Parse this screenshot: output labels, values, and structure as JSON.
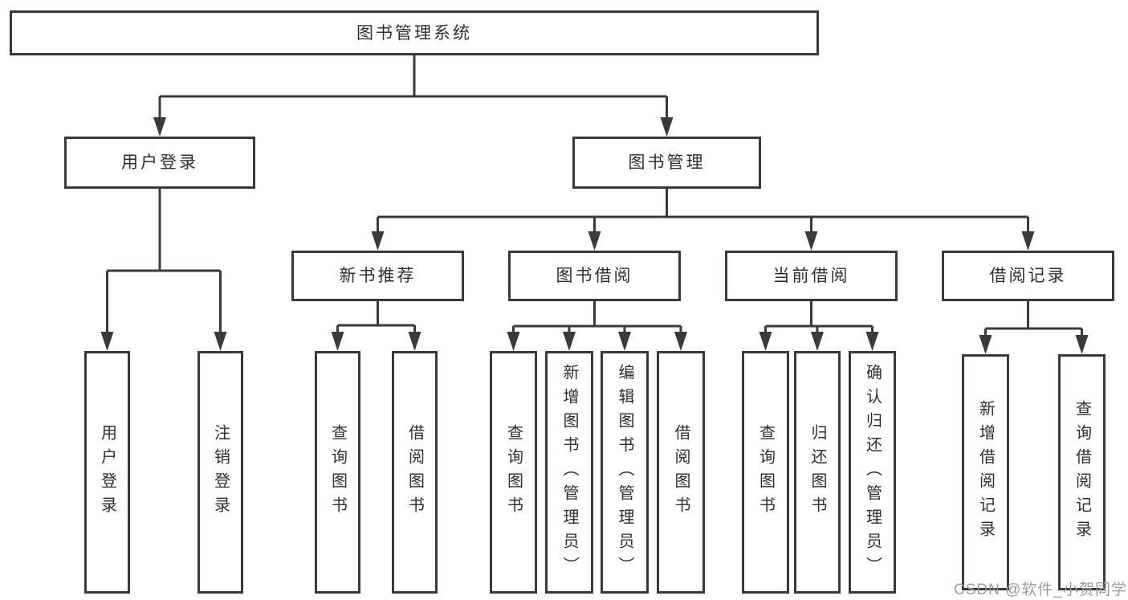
{
  "diagram": {
    "root": "图书管理系统",
    "branches": [
      {
        "label": "用户登录",
        "children": [
          "用户登录",
          "注销登录"
        ]
      },
      {
        "label": "图书管理",
        "groups": [
          {
            "label": "新书推荐",
            "children": [
              "查询图书",
              "借阅图书"
            ]
          },
          {
            "label": "图书借阅",
            "children": [
              "查询图书",
              "新增图书（管理员）",
              "编辑图书（管理员）",
              "借阅图书"
            ]
          },
          {
            "label": "当前借阅",
            "children": [
              "查询图书",
              "归还图书",
              "确认归还（管理员）"
            ]
          },
          {
            "label": "借阅记录",
            "children": [
              "新增借阅记录",
              "查询借阅记录"
            ]
          }
        ]
      }
    ]
  },
  "watermark": {
    "text": "CSDN @软件_小贺同学",
    "color": "#9d9d9d"
  },
  "colors": {
    "line": "#3a3a3a",
    "box_border": "#3a3a3a",
    "text": "#2e2e2e",
    "background": "#ffffff"
  }
}
